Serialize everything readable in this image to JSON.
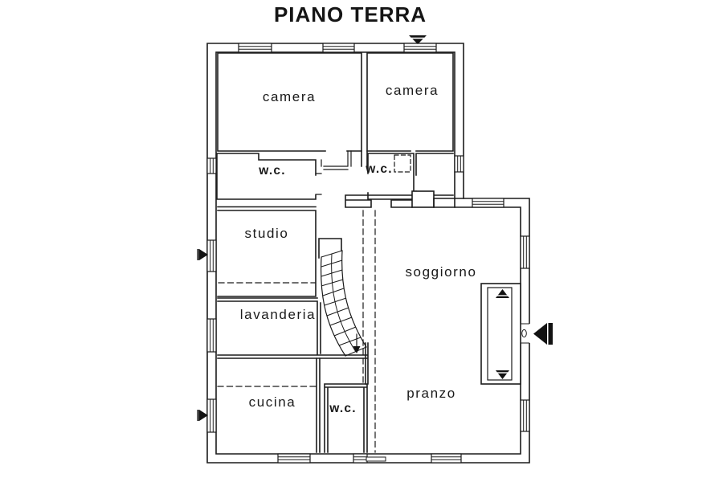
{
  "title": "PIANO TERRA",
  "plan": {
    "rooms": [
      {
        "label": "camera"
      },
      {
        "label": "camera"
      },
      {
        "label": "w.c."
      },
      {
        "label": "w.c."
      },
      {
        "label": "studio"
      },
      {
        "label": "soggiorno"
      },
      {
        "label": "lavanderia"
      },
      {
        "label": "cucina"
      },
      {
        "label": "w.c."
      },
      {
        "label": "pranzo"
      }
    ],
    "icons": {
      "vent": "hatched-triangle-down",
      "window_door_arrow": "solid-triangle-right",
      "entrance_arrow": "solid-triangle-left",
      "stair_direction": "arrow-down"
    },
    "colors": {
      "line": "#1c1c1c",
      "background": "#ffffff"
    }
  }
}
